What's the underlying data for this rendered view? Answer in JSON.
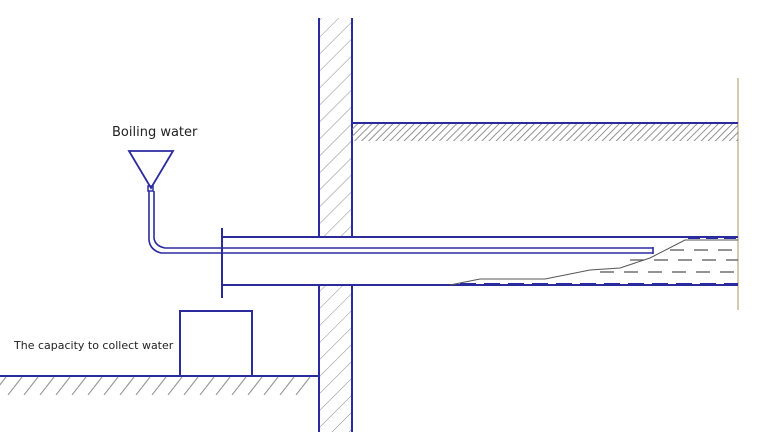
{
  "diagram": {
    "labels": {
      "boiling_water": "Boiling water",
      "collect_container": "The capacity to collect water"
    },
    "components": [
      "funnel",
      "feed-pipe",
      "wall",
      "ground",
      "ceiling-soil",
      "sleeve-pipe",
      "collection-container",
      "water-sediment"
    ],
    "colors": {
      "line": "#2b2ba0",
      "hatch": "#7a7a7a",
      "background": "#ffffff",
      "edge": "#c8b89a"
    }
  }
}
